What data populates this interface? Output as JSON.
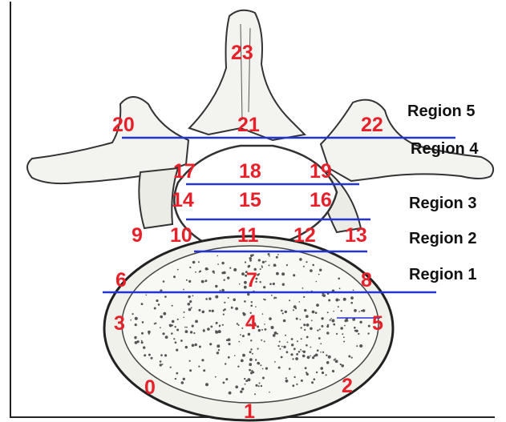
{
  "regions": [
    {
      "label": "Region 5"
    },
    {
      "label": "Region 4"
    },
    {
      "label": "Region 3"
    },
    {
      "label": "Region 2"
    },
    {
      "label": "Region 1"
    }
  ],
  "points": [
    "0",
    "1",
    "2",
    "3",
    "4",
    "5",
    "6",
    "7",
    "8",
    "9",
    "10",
    "11",
    "12",
    "13",
    "14",
    "15",
    "16",
    "17",
    "18",
    "19",
    "20",
    "21",
    "22",
    "23"
  ],
  "colors": {
    "point_labels": "#e8202a",
    "region_lines": "#2433d6",
    "bone_outline": "#333333"
  }
}
